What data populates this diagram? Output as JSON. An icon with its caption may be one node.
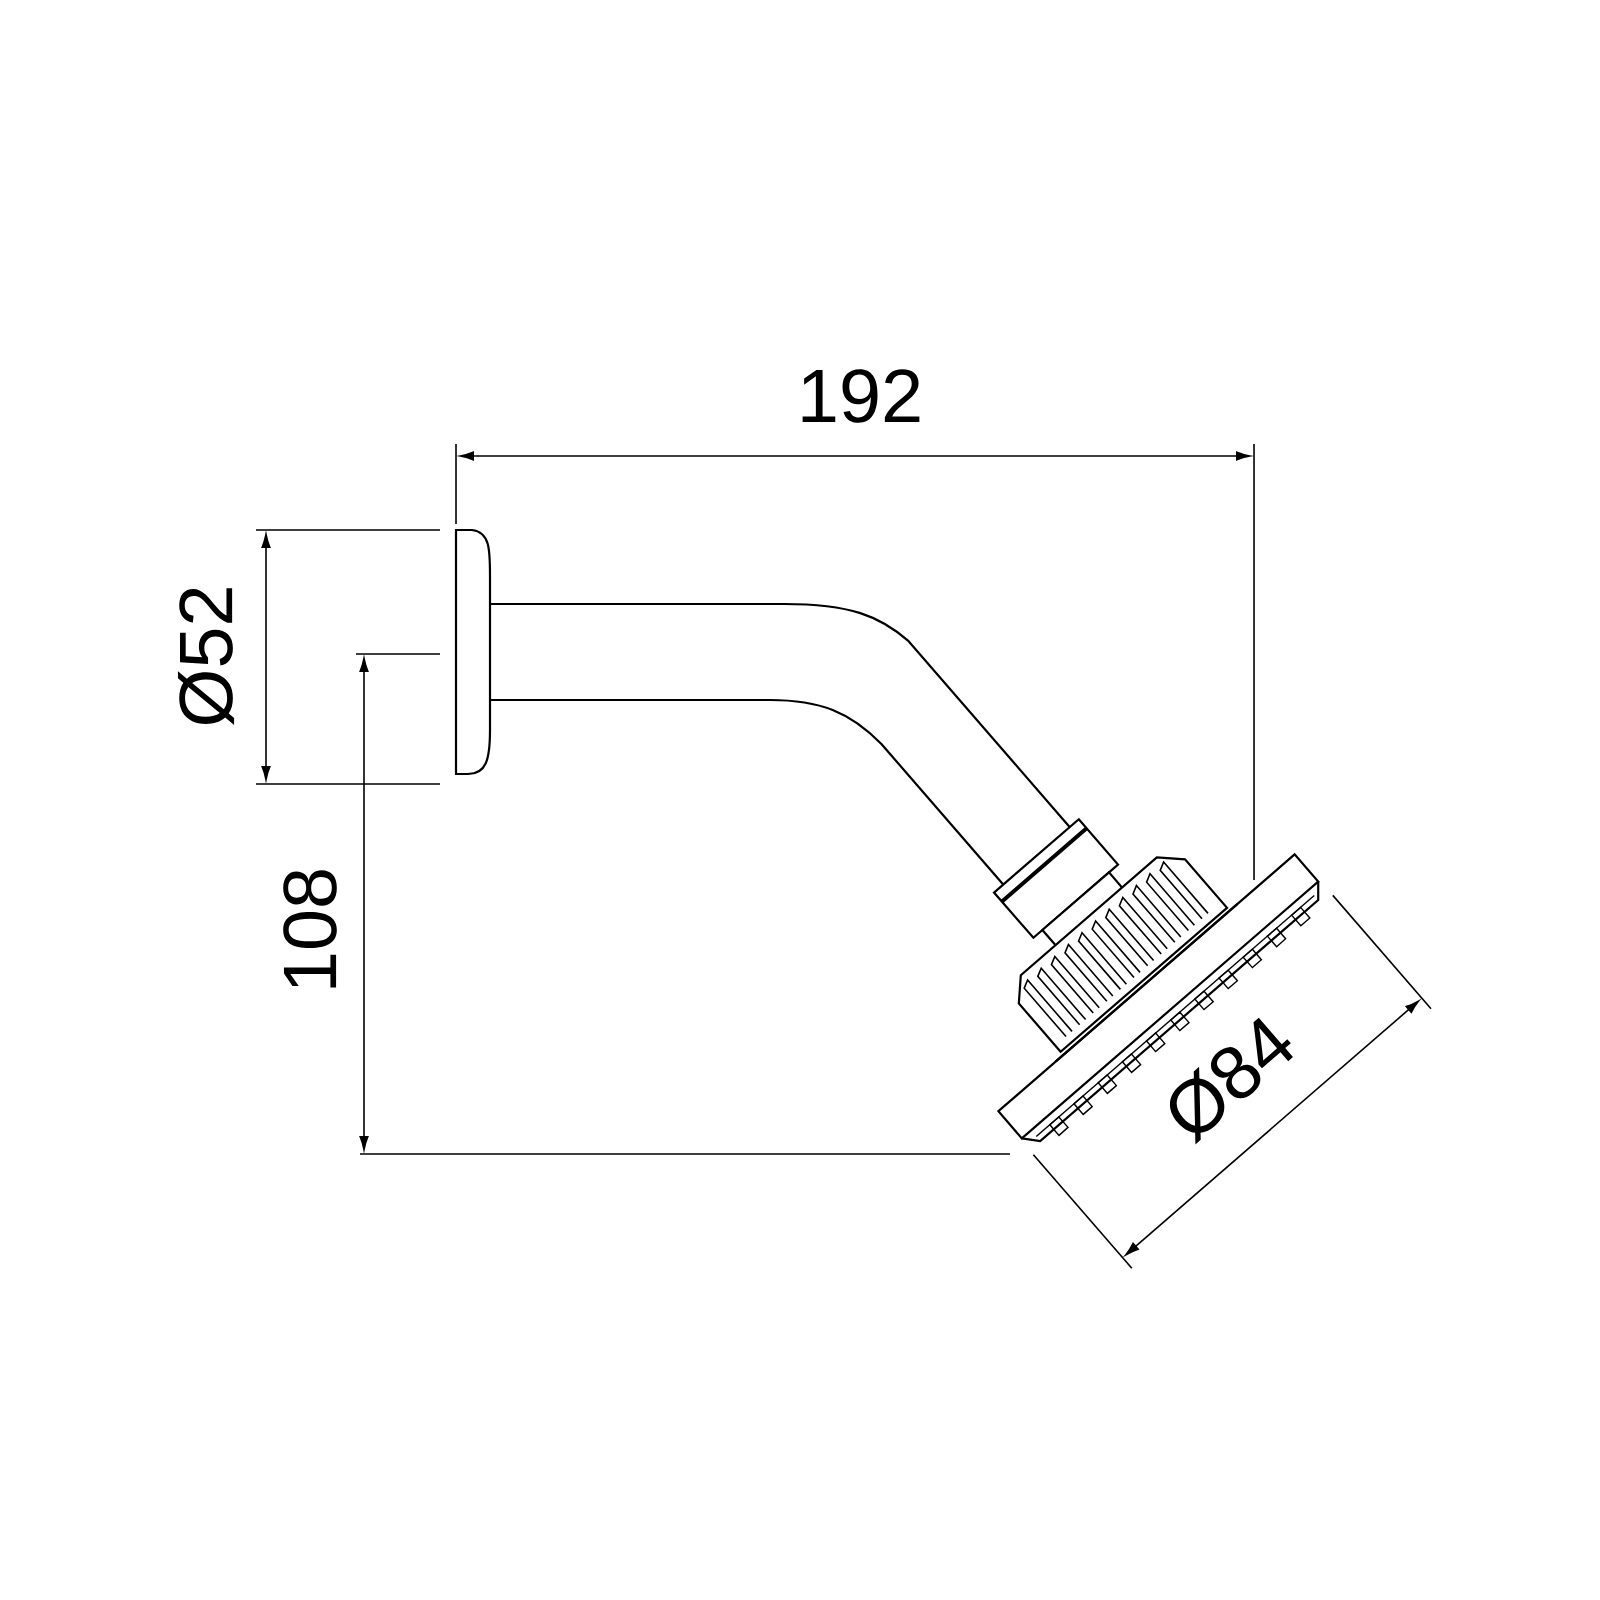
{
  "diagram": {
    "labels": [
      "192",
      "Ø52",
      "108",
      "Ø84"
    ]
  }
}
